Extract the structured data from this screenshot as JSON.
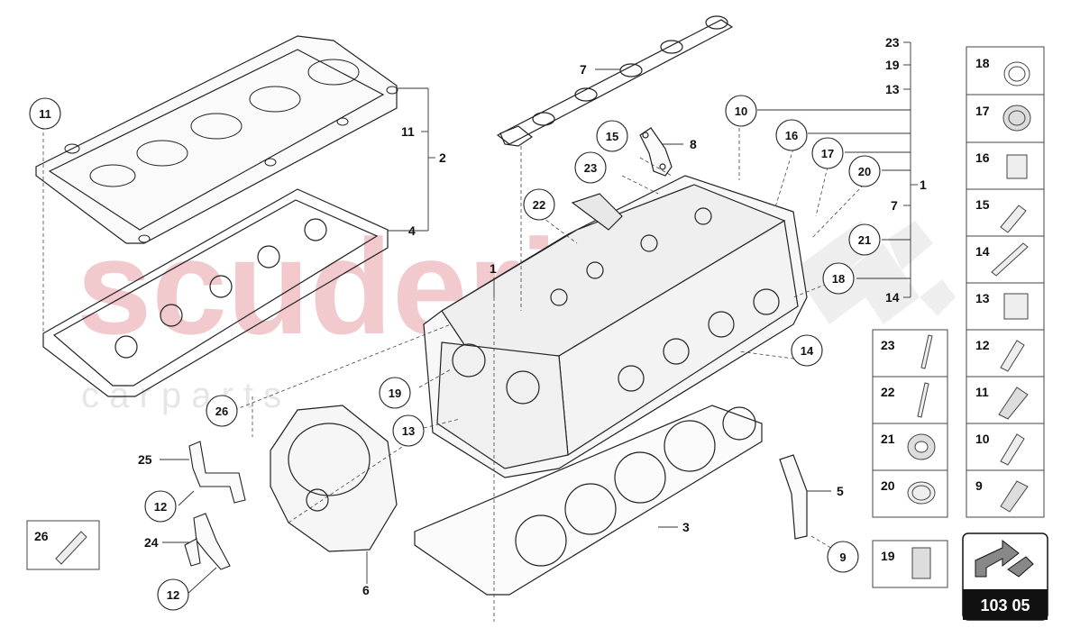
{
  "watermark": {
    "brand": "scuderia",
    "sub": "c a r   p a r t s"
  },
  "page_code": "103 05",
  "callouts": [
    {
      "id": "c1a",
      "label": "1"
    },
    {
      "id": "c1b",
      "label": "1"
    },
    {
      "id": "c2",
      "label": "2"
    },
    {
      "id": "c3",
      "label": "3"
    },
    {
      "id": "c4",
      "label": "4"
    },
    {
      "id": "c5",
      "label": "5"
    },
    {
      "id": "c6",
      "label": "6"
    },
    {
      "id": "c7a",
      "label": "7"
    },
    {
      "id": "c7b",
      "label": "7"
    },
    {
      "id": "c8",
      "label": "8"
    },
    {
      "id": "c11",
      "label": "11"
    },
    {
      "id": "c13",
      "label": "13"
    },
    {
      "id": "c14",
      "label": "14"
    },
    {
      "id": "c19",
      "label": "19"
    },
    {
      "id": "c23",
      "label": "23"
    },
    {
      "id": "c24",
      "label": "24"
    },
    {
      "id": "c25",
      "label": "25"
    }
  ],
  "circles": [
    {
      "id": "k11",
      "label": "11"
    },
    {
      "id": "k10",
      "label": "10"
    },
    {
      "id": "k15",
      "label": "15"
    },
    {
      "id": "k16",
      "label": "16"
    },
    {
      "id": "k17",
      "label": "17"
    },
    {
      "id": "k20",
      "label": "20"
    },
    {
      "id": "k21",
      "label": "21"
    },
    {
      "id": "k18",
      "label": "18"
    },
    {
      "id": "k14",
      "label": "14"
    },
    {
      "id": "k23",
      "label": "23"
    },
    {
      "id": "k22",
      "label": "22"
    },
    {
      "id": "k19",
      "label": "19"
    },
    {
      "id": "k13",
      "label": "13"
    },
    {
      "id": "k26",
      "label": "26"
    },
    {
      "id": "k12a",
      "label": "12"
    },
    {
      "id": "k12b",
      "label": "12"
    },
    {
      "id": "k9",
      "label": "9"
    }
  ],
  "panels_right": [
    "18",
    "17",
    "16",
    "15",
    "14",
    "13",
    "12",
    "11",
    "10",
    "9"
  ],
  "panels_mid": [
    "23",
    "22",
    "21",
    "20"
  ],
  "panel_19": "19",
  "panel_26": "26"
}
